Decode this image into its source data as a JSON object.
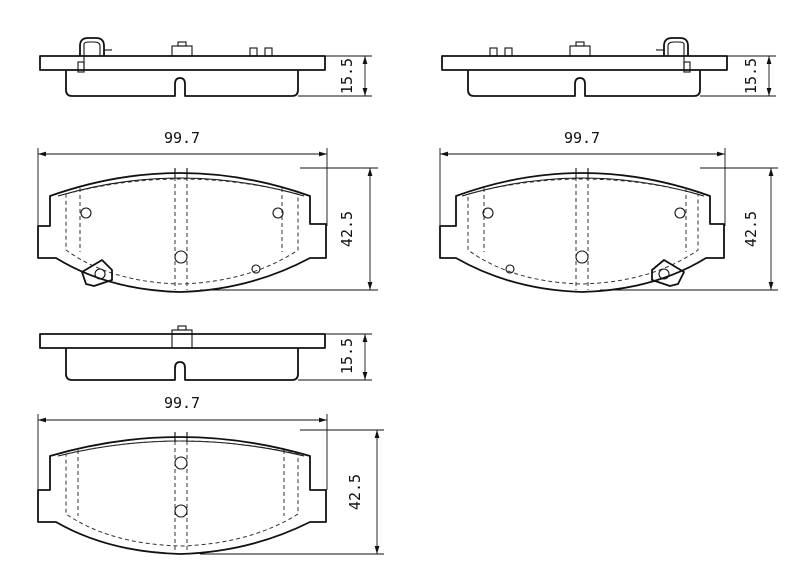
{
  "dimensions": {
    "pad_upper_left": {
      "width": "99.7",
      "height": "42.5",
      "thickness": "15.5"
    },
    "pad_upper_right": {
      "width": "99.7",
      "height": "42.5",
      "thickness": "15.5"
    },
    "pad_lower": {
      "width": "99.7",
      "height": "42.5",
      "thickness": "15.5"
    }
  }
}
